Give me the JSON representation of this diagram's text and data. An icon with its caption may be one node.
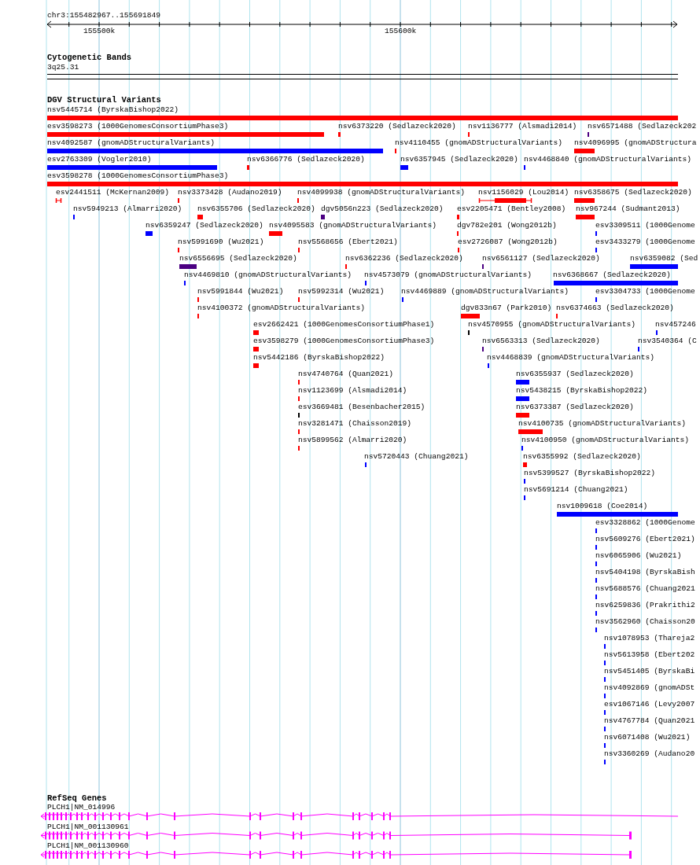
{
  "diagram": {
    "labels": [
      "chr3:155482967..155691849",
      "155500k",
      "155600k",
      "Cytogenetic Bands",
      "3q25.31",
      "DGV Structural Variants",
      "nsv5445714 (ByrskaBishop2022)",
      "esv3598273 (1000GenomesConsortiumPhase3)",
      "nsv6373220 (Sedlazeck2020)",
      "nsv1136777 (Alsmadi2014)",
      "nsv6571488 (Sedlazeck202",
      "nsv4092587 (gnomADStructuralVariants)",
      "nsv4110455 (gnomADStructuralVariants)",
      "nsv4096995 (gnomADStructura",
      "esv2763309 (Vogler2010)",
      "nsv6366776 (Sedlazeck2020)",
      "nsv6357945 (Sedlazeck2020)",
      "nsv4468840 (gnomADStructuralVariants)",
      "esv3598278 (1000GenomesConsortiumPhase3)",
      "esv2441511 (McKernan2009)",
      "nsv3373428 (Audano2019)",
      "nsv4099938 (gnomADStructuralVariants)",
      "nsv1156029 (Lou2014)",
      "nsv6358675 (Sedlazeck2020)",
      "nsv5949213 (Almarri2020)",
      "nsv6355706 (Sedlazeck2020)",
      "dgv5056n223 (Sedlazeck2020)",
      "esv2205471 (Bentley2008)",
      "nsv967244 (Sudmant2013)",
      "nsv6359247 (Sedlazeck2020)",
      "nsv4095583 (gnomADStructuralVariants)",
      "dgv782e201 (Wong2012b)",
      "esv3309511 (1000Genome",
      "nsv5991690 (Wu2021)",
      "nsv5568656 (Ebert2021)",
      "esv2726087 (Wong2012b)",
      "esv3433279 (1000Genome",
      "nsv6556695 (Sedlazeck2020)",
      "nsv6362236 (Sedlazeck2020)",
      "nsv6561127 (Sedlazeck2020)",
      "nsv6359082 (Sed",
      "nsv4469810 (gnomADStructuralVariants)",
      "nsv4573079 (gnomADStructuralVariants)",
      "nsv6368667 (Sedlazeck2020)",
      "nsv5991844 (Wu2021)",
      "nsv5992314 (Wu2021)",
      "nsv4469889 (gnomADStructuralVariants)",
      "esv3304733 (1000Genome",
      "nsv4100372 (gnomADStructuralVariants)",
      "dgv833n67 (Park2010)",
      "nsv6374663 (Sedlazeck2020)",
      "esv2662421 (1000GenomesConsortiumPhase1)",
      "nsv4570955 (gnomADStructuralVariants)",
      "nsv457246",
      "esv3598279 (1000GenomesConsortiumPhase3)",
      "nsv6563313 (Sedlazeck2020)",
      "nsv3540364 (C",
      "nsv5442186 (ByrskaBishop2022)",
      "nsv4468839 (gnomADStructuralVariants)",
      "nsv4740764 (Quan2021)",
      "nsv6355937 (Sedlazeck2020)",
      "nsv1123699 (Alsmadi2014)",
      "nsv5438215 (ByrskaBishop2022)",
      "esv3669481 (Besenbacher2015)",
      "nsv6373387 (Sedlazeck2020)",
      "nsv3281471 (Chaisson2019)",
      "nsv4100735 (gnomADStructuralVariants)",
      "nsv5899562 (Almarri2020)",
      "nsv4100950 (gnomADStructuralVariants)",
      "nsv5720443 (Chuang2021)",
      "nsv6355992 (Sedlazeck2020)",
      "nsv5399527 (ByrskaBishop2022)",
      "nsv5691214 (Chuang2021)",
      "nsv1009618 (Coe2014)",
      "esv3328862 (1000Genome",
      "nsv5609276 (Ebert2021)",
      "nsv6065906 (Wu2021)",
      "nsv5404198 (ByrskaBish",
      "nsv5688576 (Chuang2021",
      "nsv6259836 (Prakrithi2",
      "nsv3562960 (Chaisson20",
      "nsv1078953 (Thareja2",
      "nsv5613958 (Ebert202",
      "nsv5451405 (ByrskaBi",
      "nsv4092869 (gnomADSt",
      "esv1067146 (Levy2007",
      "nsv4767784 (Quan2021",
      "nsv6071408 (Wu2021)",
      "nsv3360269 (Audano20",
      "RefSeq Genes",
      "PLCH1|NM_014996",
      "PLCH1|NM_001130961",
      "PLCH1|NM_001130960"
    ]
  }
}
